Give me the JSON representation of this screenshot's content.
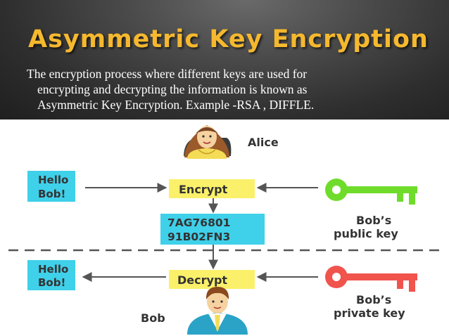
{
  "slide": {
    "title": "Asymmetric Key Encryption",
    "description_lines": [
      "The encryption process where different keys are used for",
      "encrypting and decrypting the information is known as",
      "Asymmetric Key Encryption. Example -RSA , DIFFLE."
    ]
  },
  "diagram": {
    "sender": "Alice",
    "receiver": "Bob",
    "plaintext_top_line1": "Hello",
    "plaintext_top_line2": "Bob!",
    "plaintext_bottom_line1": "Hello",
    "plaintext_bottom_line2": "Bob!",
    "encrypt_label": "Encrypt",
    "decrypt_label": "Decrypt",
    "ciphertext_line1": "7AG76801",
    "ciphertext_line2": "91B02FN3",
    "public_key_line1": "Bob’s",
    "public_key_line2": "public key",
    "private_key_line1": "Bob’s",
    "private_key_line2": "private key",
    "colors": {
      "title": "#f5b82e",
      "message_box": "#3fd0ea",
      "process_box": "#fbf06a",
      "public_key": "#6fdc2c",
      "private_key": "#f0544d"
    }
  }
}
